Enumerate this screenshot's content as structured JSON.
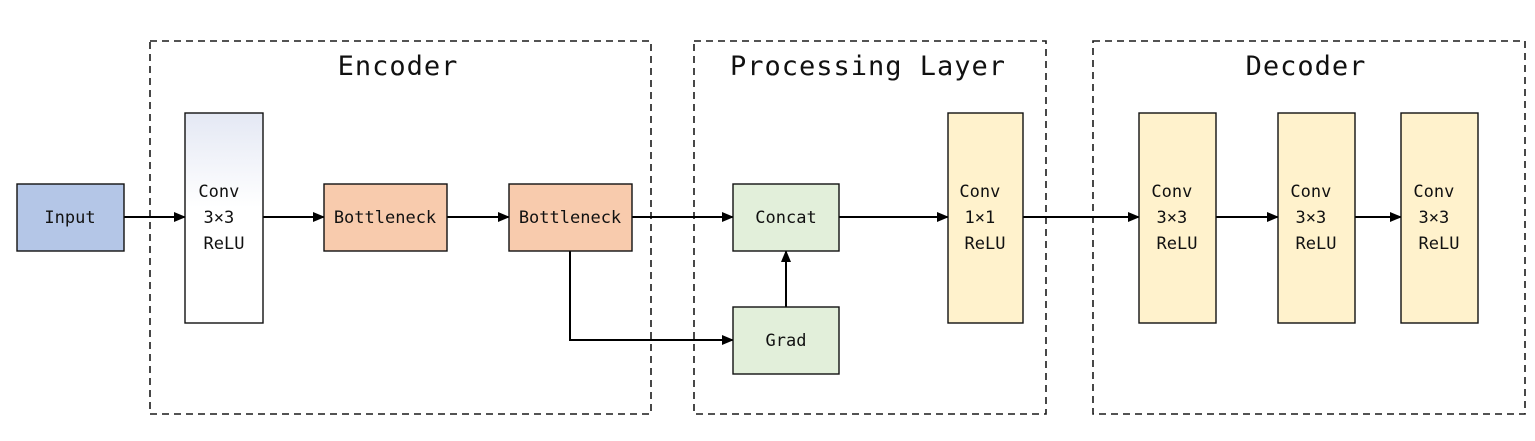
{
  "groups": {
    "encoder": {
      "title": "Encoder"
    },
    "processing": {
      "title": "Processing Layer"
    },
    "decoder": {
      "title": "Decoder"
    }
  },
  "nodes": {
    "input": {
      "lines": [
        "Input"
      ],
      "fill": "#b4c6e7"
    },
    "enc_conv": {
      "lines": [
        "Conv",
        "3×3",
        "ReLU"
      ],
      "fill": "#eef0f8"
    },
    "bottleneck1": {
      "lines": [
        "Bottleneck"
      ],
      "fill": "#f8cbad"
    },
    "bottleneck2": {
      "lines": [
        "Bottleneck"
      ],
      "fill": "#f8cbad"
    },
    "concat": {
      "lines": [
        "Concat"
      ],
      "fill": "#e2efda"
    },
    "grad": {
      "lines": [
        "Grad"
      ],
      "fill": "#e2efda"
    },
    "proc_conv": {
      "lines": [
        "Conv",
        "1×1",
        "ReLU"
      ],
      "fill": "#fff2cc"
    },
    "dec_conv1": {
      "lines": [
        "Conv",
        "3×3",
        "ReLU"
      ],
      "fill": "#fff2cc"
    },
    "dec_conv2": {
      "lines": [
        "Conv",
        "3×3",
        "ReLU"
      ],
      "fill": "#fff2cc"
    },
    "dec_conv3": {
      "lines": [
        "Conv",
        "3×3",
        "ReLU"
      ],
      "fill": "#fff2cc"
    }
  },
  "edges": [
    {
      "from": "input",
      "to": "enc_conv"
    },
    {
      "from": "enc_conv",
      "to": "bottleneck1"
    },
    {
      "from": "bottleneck1",
      "to": "bottleneck2"
    },
    {
      "from": "bottleneck2",
      "to": "concat"
    },
    {
      "from": "bottleneck2",
      "to": "grad"
    },
    {
      "from": "grad",
      "to": "concat"
    },
    {
      "from": "concat",
      "to": "proc_conv"
    },
    {
      "from": "proc_conv",
      "to": "dec_conv1"
    },
    {
      "from": "dec_conv1",
      "to": "dec_conv2"
    },
    {
      "from": "dec_conv2",
      "to": "dec_conv3"
    }
  ],
  "colors": {
    "line": "#000000",
    "border": "#111111"
  }
}
